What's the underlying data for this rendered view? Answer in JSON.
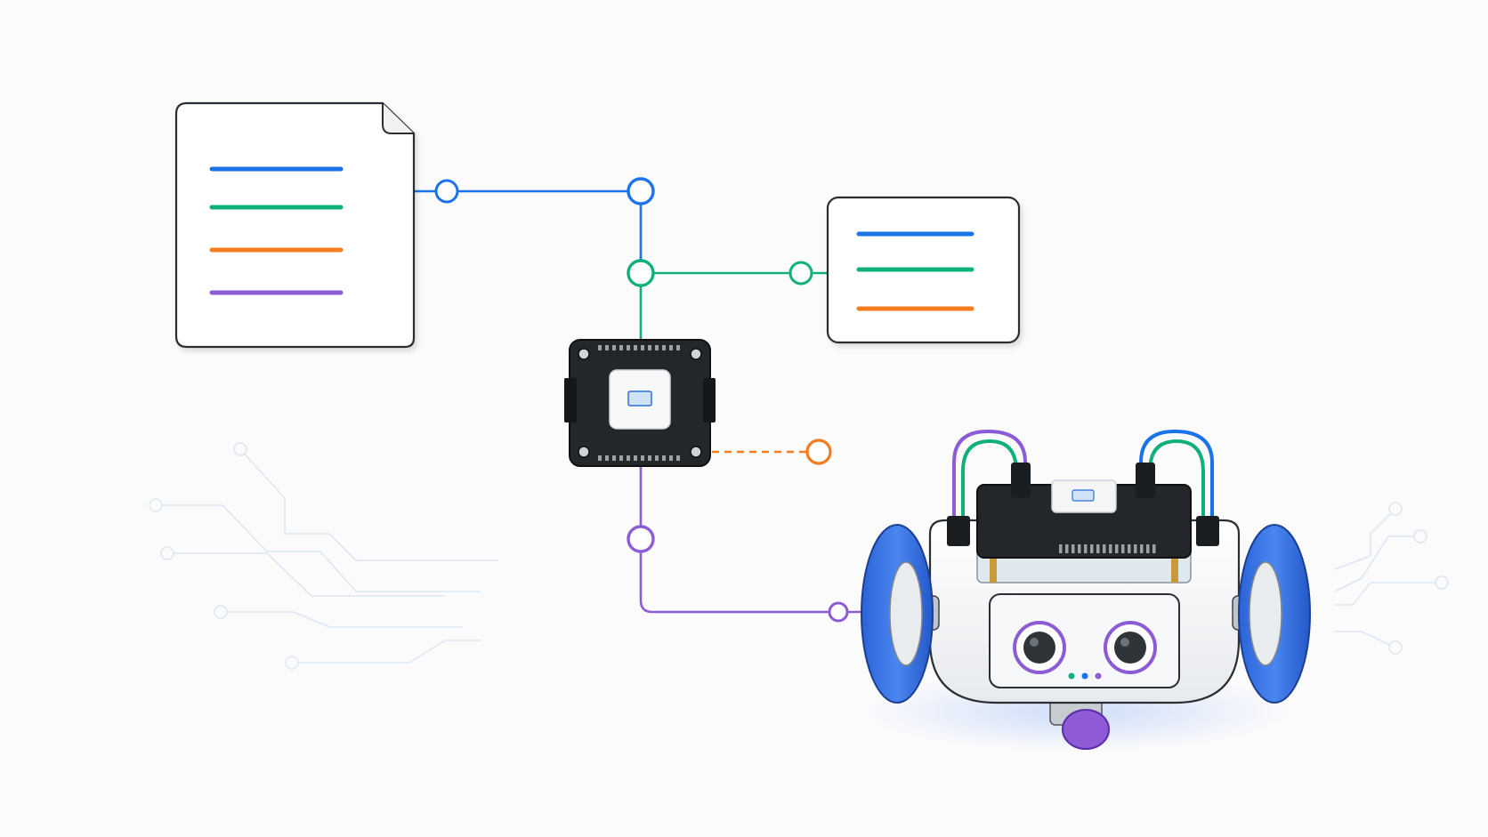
{
  "colors": {
    "background": "#fbfbfc",
    "blue": "#1a73e8",
    "green": "#10b07a",
    "orange": "#f57c1f",
    "purple": "#8b5cd6",
    "board": "#23272b",
    "outline": "#2b2f33",
    "faint_circuit": "#dde7f3",
    "wheel": "#2f6fe0",
    "caster": "#8f5ad6"
  },
  "icons": {
    "source_document": "document-icon",
    "output_card": "text-card-icon",
    "controller": "circuit-board-icon",
    "robot": "robot-car-icon"
  },
  "diagram": {
    "source_document_lines": [
      "blue",
      "green",
      "orange",
      "purple"
    ],
    "output_card_lines": [
      "blue",
      "green",
      "orange"
    ],
    "connections": [
      {
        "from": "source-document",
        "to": "junction-blue",
        "color": "blue",
        "style": "solid"
      },
      {
        "from": "junction-blue",
        "to": "junction-green",
        "color": "blue",
        "style": "solid"
      },
      {
        "from": "junction-green",
        "to": "output-card",
        "color": "green",
        "style": "solid"
      },
      {
        "from": "junction-green",
        "to": "controller-board",
        "color": "green",
        "style": "solid"
      },
      {
        "from": "controller-board",
        "to": "orange-endpoint",
        "color": "orange",
        "style": "dashed"
      },
      {
        "from": "controller-board",
        "to": "robot-car",
        "color": "purple",
        "style": "solid"
      }
    ]
  }
}
